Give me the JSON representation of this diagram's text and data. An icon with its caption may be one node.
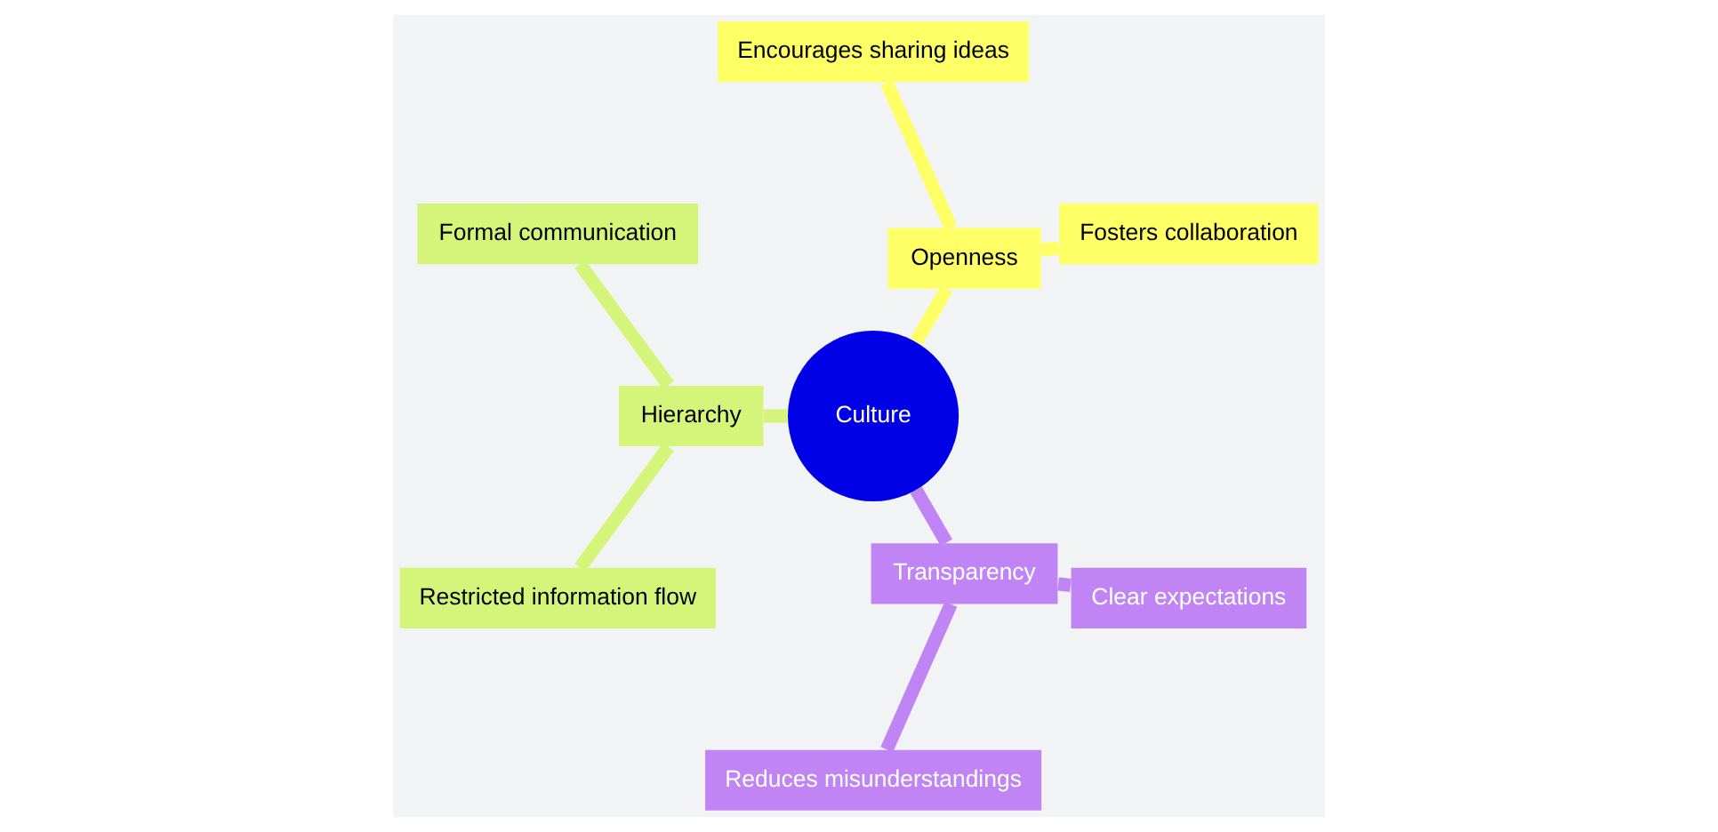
{
  "diagram": {
    "nodes": [
      {
        "text": [
          "Culture"
        ]
      },
      {
        "text": [
          "Openness"
        ]
      },
      {
        "text": [
          "Fosters collaboration"
        ]
      },
      {
        "text": [
          "Encourages sharing ideas"
        ]
      },
      {
        "text": [
          "Hierarchy"
        ]
      },
      {
        "text": [
          "Formal communication"
        ]
      },
      {
        "text": [
          "Restricted information flow"
        ]
      },
      {
        "text": [
          "Transparency"
        ]
      },
      {
        "text": [
          "Reduces misunderstandings"
        ]
      },
      {
        "text": [
          "Clear expectations"
        ]
      }
    ],
    "edges": [
      {
        "from": 0,
        "to": 1,
        "arrow": "none",
        "color": "#ffff66"
      },
      {
        "from": 1,
        "to": 2,
        "arrow": "none",
        "color": "#ffff66"
      },
      {
        "from": 1,
        "to": 3,
        "arrow": "none",
        "color": "#ffff66"
      },
      {
        "from": 0,
        "to": 4,
        "arrow": "none",
        "color": "#d4f57a"
      },
      {
        "from": 4,
        "to": 5,
        "arrow": "none",
        "color": "#d4f57a"
      },
      {
        "from": 4,
        "to": 6,
        "arrow": "none",
        "color": "#d4f57a"
      },
      {
        "from": 0,
        "to": 7,
        "arrow": "none",
        "color": "#c084f5"
      },
      {
        "from": 7,
        "to": 8,
        "arrow": "none",
        "color": "#c084f5"
      },
      {
        "from": 7,
        "to": 9,
        "arrow": "none",
        "color": "#c084f5"
      }
    ]
  }
}
